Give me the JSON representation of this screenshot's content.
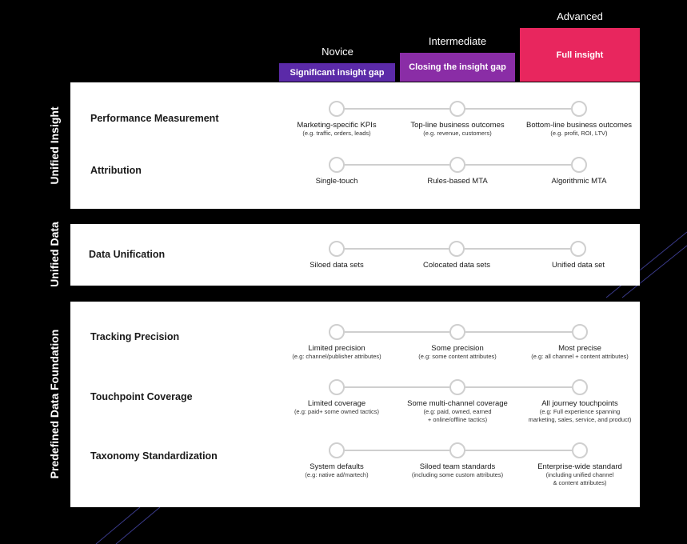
{
  "stages": {
    "novice": {
      "label": "Novice",
      "bar": "Significant insight gap",
      "color": "#5b2aa8"
    },
    "intermediate": {
      "label": "Intermediate",
      "bar": "Closing the insight gap",
      "color": "#8a2da6"
    },
    "advanced": {
      "label": "Advanced",
      "bar": "Full insight",
      "color": "#e8265e"
    }
  },
  "sections": {
    "unified_insight": {
      "title": "Unified Insight",
      "rows": {
        "performance": {
          "title": "Performance Measurement",
          "nodes": [
            {
              "main": "Marketing-specific KPIs",
              "sub": "(e.g. traffic, orders, leads)"
            },
            {
              "main": "Top-line business outcomes",
              "sub": "(e.g. revenue, customers)"
            },
            {
              "main": "Bottom-line business outcomes",
              "sub": "(e.g. profit, ROI, LTV)"
            }
          ]
        },
        "attribution": {
          "title": "Attribution",
          "nodes": [
            {
              "main": "Single-touch"
            },
            {
              "main": "Rules-based MTA"
            },
            {
              "main": "Algorithmic MTA"
            }
          ]
        }
      }
    },
    "unified_data": {
      "title": "Unified Data",
      "rows": {
        "data_unification": {
          "title": "Data Unification",
          "nodes": [
            {
              "main": "Siloed data sets"
            },
            {
              "main": "Colocated data sets"
            },
            {
              "main": "Unified data set"
            }
          ]
        }
      }
    },
    "foundation": {
      "title": "Predefined Data Foundation",
      "rows": {
        "tracking": {
          "title": "Tracking Precision",
          "nodes": [
            {
              "main": "Limited precision",
              "sub": "(e.g: channel/publisher attributes)"
            },
            {
              "main": "Some precision",
              "sub": "(e.g: some content attributes)"
            },
            {
              "main": "Most precise",
              "sub": "(e.g: all channel + content attributes)"
            }
          ]
        },
        "touchpoint": {
          "title": "Touchpoint Coverage",
          "nodes": [
            {
              "main": "Limited coverage",
              "sub": "(e.g: paid+ some owned tactics)"
            },
            {
              "main": "Some multi-channel coverage",
              "sub1": "(e.g: paid, owned, earned",
              "sub2": "+ online/offline tactics)"
            },
            {
              "main": "All journey touchpoints",
              "sub1": "(e.g: Full experience spanning",
              "sub2": "marketing, sales, service, and product)"
            }
          ]
        },
        "taxonomy": {
          "title": "Taxonomy Standardization",
          "nodes": [
            {
              "main": "System defaults",
              "sub": "(e.g: native ad/martech)"
            },
            {
              "main": "Siloed team standards",
              "sub": "(including some custom attributes)"
            },
            {
              "main": "Enterprise-wide standard",
              "sub1": "(including unified channel",
              "sub2": "& content attributes)"
            }
          ]
        }
      }
    }
  }
}
